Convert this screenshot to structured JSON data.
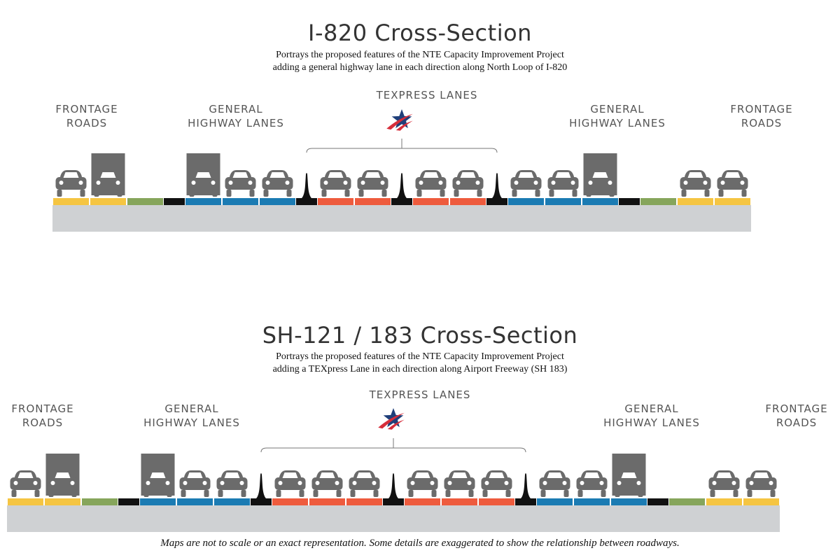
{
  "colors": {
    "frontage": "#f5c542",
    "green": "#86a55b",
    "general": "#1b7bb3",
    "texpress": "#ee5b3d",
    "black": "#111111",
    "road": "#cfd1d3",
    "vehicle": "#6b6b6b",
    "star_blue": "#1f3f7a",
    "star_red": "#d62d3a"
  },
  "sections": [
    {
      "title": "I-820 Cross-Section",
      "subtitle_line1": "Portrays the proposed features of the NTE Capacity Improvement Project",
      "subtitle_line2": "adding a general highway lane in each direction along North Loop of I-820",
      "labels": {
        "frontage_left": [
          "FRONTAGE",
          "ROADS"
        ],
        "general_left": [
          "GENERAL",
          "HIGHWAY LANES"
        ],
        "texpress": "TEXPRESS LANES",
        "general_right": [
          "GENERAL",
          "HIGHWAY LANES"
        ],
        "frontage_right": [
          "FRONTAGE",
          "ROADS"
        ]
      },
      "lanes": [
        "frontage",
        "frontage",
        "green",
        "black",
        "general",
        "general",
        "general",
        "black",
        "texpress",
        "texpress",
        "black",
        "texpress",
        "texpress",
        "black",
        "general",
        "general",
        "general",
        "black",
        "green",
        "frontage",
        "frontage"
      ],
      "vehicles": [
        "car",
        "truck",
        "none",
        "none",
        "truck",
        "car",
        "car",
        "none",
        "car",
        "car",
        "none",
        "car",
        "car",
        "none",
        "car",
        "car",
        "truck",
        "none",
        "none",
        "car",
        "car"
      ]
    },
    {
      "title": "SH-121 / 183 Cross-Section",
      "subtitle_line1": "Portrays the proposed features of the NTE Capacity Improvement Project",
      "subtitle_line2": "adding a TEXpress Lane in each direction along Airport Freeway (SH 183)",
      "labels": {
        "frontage_left": [
          "FRONTAGE",
          "ROADS"
        ],
        "general_left": [
          "GENERAL",
          "HIGHWAY LANES"
        ],
        "texpress": "TEXPRESS LANES",
        "general_right": [
          "GENERAL",
          "HIGHWAY LANES"
        ],
        "frontage_right": [
          "FRONTAGE",
          "ROADS"
        ]
      },
      "lanes": [
        "frontage",
        "frontage",
        "green",
        "black",
        "general",
        "general",
        "general",
        "black",
        "texpress",
        "texpress",
        "texpress",
        "black",
        "texpress",
        "texpress",
        "texpress",
        "black",
        "general",
        "general",
        "general",
        "black",
        "green",
        "frontage",
        "frontage"
      ],
      "vehicles": [
        "car",
        "truck",
        "none",
        "none",
        "truck",
        "car",
        "car",
        "none",
        "car",
        "car",
        "car",
        "none",
        "car",
        "car",
        "car",
        "none",
        "car",
        "car",
        "truck",
        "none",
        "none",
        "car",
        "car"
      ]
    }
  ],
  "disclaimer": "Maps are not to scale or an exact representation. Some details are exaggerated to show the relationship between roadways."
}
